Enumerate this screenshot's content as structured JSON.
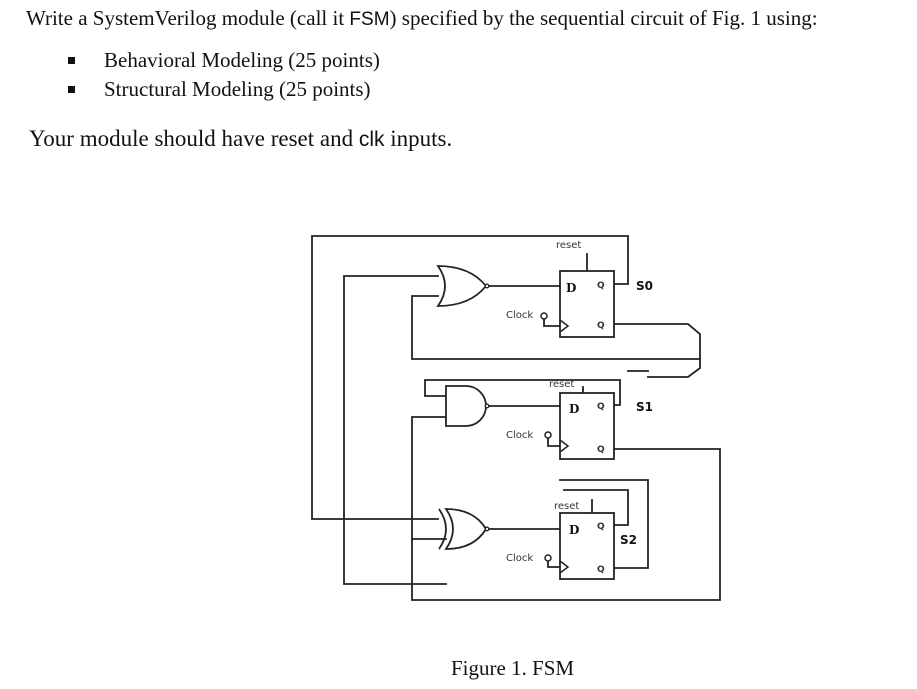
{
  "question": {
    "intro_pre": "Write a SystemVerilog module (call it ",
    "intro_name": "FSM",
    "intro_post": ") specified by the sequential circuit of Fig. 1 using:",
    "bullets": [
      "Behavioral Modeling (25 points)",
      "Structural Modeling (25 points)"
    ],
    "note_pre": "Your module should have reset and ",
    "note_clk": "clk",
    "note_post": " inputs."
  },
  "figure": {
    "flipflops": [
      {
        "reset": "reset",
        "d": "D",
        "q": "Q",
        "qbar": "Q",
        "clock": "Clock",
        "output": "S0"
      },
      {
        "reset": "reset",
        "d": "D",
        "q": "Q",
        "qbar": "Q",
        "clock": "Clock",
        "output": "S1"
      },
      {
        "reset": "reset",
        "d": "D",
        "q": "Q",
        "qbar": "Q",
        "clock": "Clock",
        "output": "S2"
      }
    ],
    "gates": [
      "or-gate",
      "and-gate",
      "xor-gate"
    ],
    "caption": "Figure 1. FSM"
  }
}
